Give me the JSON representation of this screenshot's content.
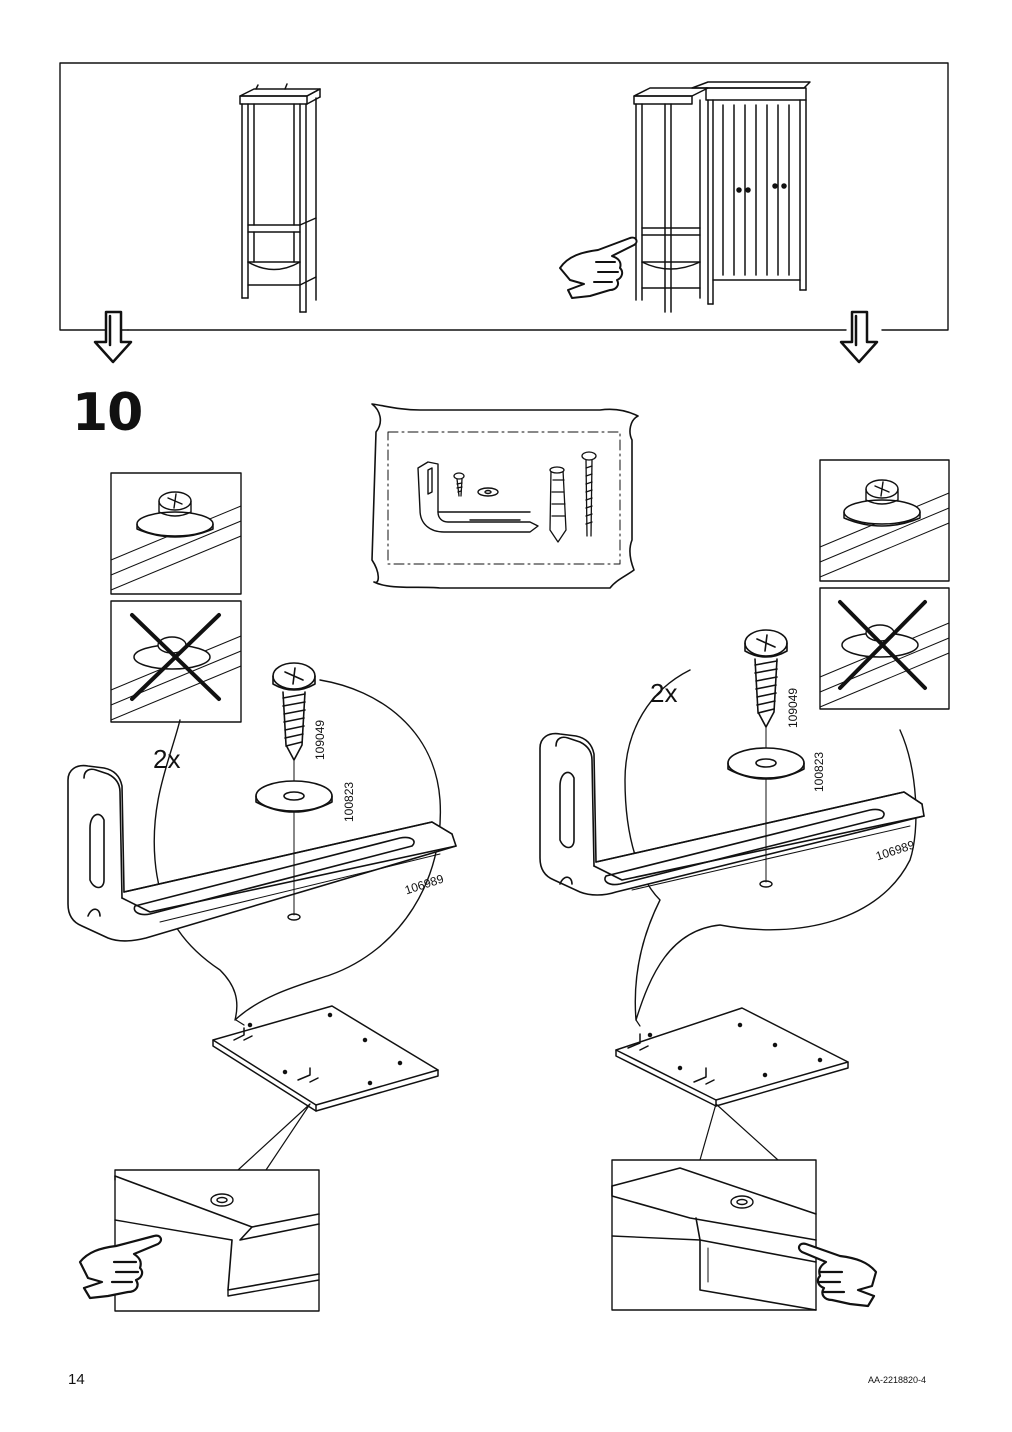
{
  "step": {
    "number": "10"
  },
  "left_detail": {
    "quantity": "2x",
    "screw": "109049",
    "washer": "100823",
    "bracket": "106989"
  },
  "right_detail": {
    "quantity": "2x",
    "screw": "109049",
    "washer": "100823",
    "bracket": "106989"
  },
  "footer": {
    "page_number": "14",
    "doc_code": "AA-2218820-4"
  },
  "icons": [
    "down-arrow-icon",
    "pointing-hand-icon",
    "cross-icon",
    "screw-icon",
    "washer-icon",
    "bracket-icon",
    "wall-plug-icon"
  ]
}
